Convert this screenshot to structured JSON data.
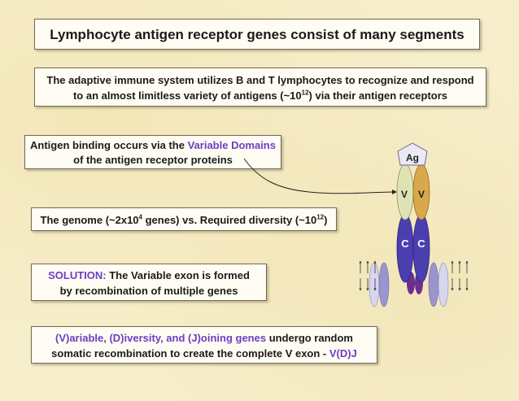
{
  "title": "Lymphocyte antigen receptor genes consist of many segments",
  "box1": {
    "line1": "The adaptive immune system utilizes B and T lymphocytes to recognize and respond",
    "line2a": "to an almost limitless variety of antigens (~10",
    "line2sup": "12",
    "line2b": ") via their antigen receptors"
  },
  "box2": {
    "line1a": "Antigen binding occurs via the ",
    "line1b": "Variable Domains",
    "line2": "of the antigen receptor proteins"
  },
  "box3": {
    "a": "The genome (~2x10",
    "sup1": "4",
    "b": " genes) vs. Required diversity (~10",
    "sup2": "12",
    "c": ")"
  },
  "box4": {
    "label": "SOLUTION:",
    "line1": " The Variable exon is formed",
    "line2": "by recombination of multiple genes"
  },
  "box5": {
    "line1a": "(V)ariable, (D)iversity, and (J)oining genes",
    "line1b": " undergo random",
    "line2a": "somatic recombination to create the complete V exon - ",
    "line2b": "V(D)J"
  },
  "diagram": {
    "antigen_label": "Ag",
    "v_label_left": "V",
    "v_label_right": "V",
    "c_label_left": "C",
    "c_label_right": "C",
    "colors": {
      "v_left": "#dfe3b4",
      "v_right": "#d9a84c",
      "c_domain": "#4b3fb0",
      "antigen": "#ece9f6",
      "light_chain": "#d6d6ef",
      "mid_chain": "#9a94cf",
      "small_purple": "#6a2f8f"
    }
  }
}
